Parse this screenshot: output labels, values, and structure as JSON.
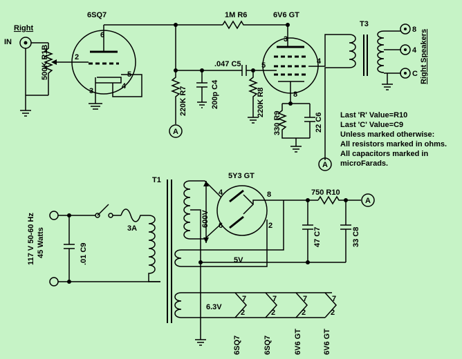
{
  "input": {
    "channel_label": "Right",
    "in_label": "IN"
  },
  "tubes": {
    "driver": "6SQ7",
    "output": "6V6 GT",
    "rectifier": "5Y3 GT"
  },
  "pins": {
    "driver": [
      "6",
      "2",
      "3",
      "5",
      "4"
    ],
    "output": [
      "3",
      "5",
      "4",
      "8"
    ],
    "rectifier": [
      "4",
      "6",
      "8",
      "2"
    ]
  },
  "components": {
    "r1b": "500K R1B",
    "r6": "1M R6",
    "r7": "220K R7",
    "c4": "200p C4",
    "c5": ".047 C5",
    "r8": "220K R8",
    "r9": "330 R9",
    "c6": "22 C6",
    "r10": "750 R10",
    "c7": "47 C7",
    "c8": "33 C8",
    "c9": ".01 C9",
    "fuse": "3A"
  },
  "transformers": {
    "output": "T3",
    "power": "T1",
    "hv_winding": "600V",
    "rect_heater": "5V",
    "heater": "6.3V"
  },
  "speaker": {
    "label": "Right Speakers",
    "taps": [
      "8",
      "4",
      "C"
    ]
  },
  "mains": {
    "line1": "117 V 50-60 Hz",
    "line2": "45 Watts"
  },
  "connector_label": "A",
  "heater_taps": {
    "pin": "7",
    "pin2": "2",
    "tube_labels": [
      "6SQ7",
      "6SQ7",
      "6V6 GT",
      "6V6 GT"
    ]
  },
  "notes": [
    "Last 'R' Value=R10",
    "Last 'C' Value=C9",
    "Unless marked otherwise:",
    "All resistors marked in ohms.",
    "All capacitors marked in",
    "microFarads."
  ]
}
